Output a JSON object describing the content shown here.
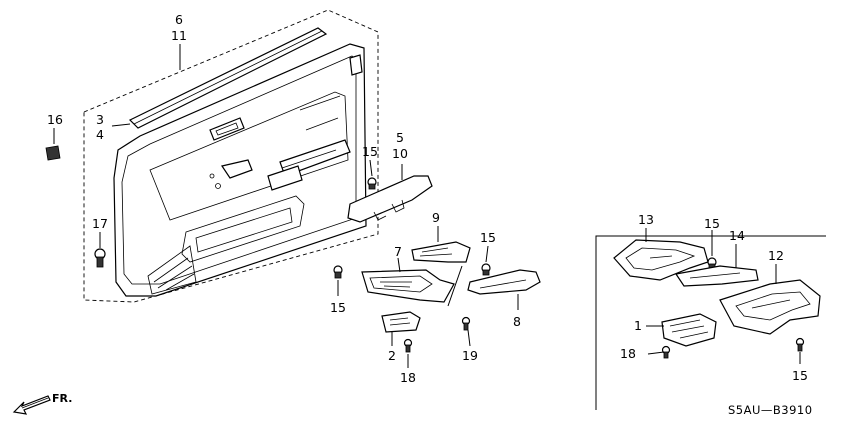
{
  "callouts": [
    {
      "id": "c6",
      "label": "6"
    },
    {
      "id": "c11",
      "label": "11"
    },
    {
      "id": "c16",
      "label": "16"
    },
    {
      "id": "c3",
      "label": "3"
    },
    {
      "id": "c4",
      "label": "4"
    },
    {
      "id": "c5",
      "label": "5"
    },
    {
      "id": "c10",
      "label": "10"
    },
    {
      "id": "c15a",
      "label": "15"
    },
    {
      "id": "c17",
      "label": "17"
    },
    {
      "id": "c9",
      "label": "9"
    },
    {
      "id": "c15b",
      "label": "15"
    },
    {
      "id": "c7",
      "label": "7"
    },
    {
      "id": "c15c",
      "label": "15"
    },
    {
      "id": "c8",
      "label": "8"
    },
    {
      "id": "c2",
      "label": "2"
    },
    {
      "id": "c18a",
      "label": "18"
    },
    {
      "id": "c19",
      "label": "19"
    },
    {
      "id": "c13",
      "label": "13"
    },
    {
      "id": "c15d",
      "label": "15"
    },
    {
      "id": "c14",
      "label": "14"
    },
    {
      "id": "c12",
      "label": "12"
    },
    {
      "id": "c1",
      "label": "1"
    },
    {
      "id": "c18b",
      "label": "18"
    },
    {
      "id": "c15e",
      "label": "15"
    }
  ],
  "direction_label": "FR.",
  "diagram_code": "S5AU—B3910"
}
